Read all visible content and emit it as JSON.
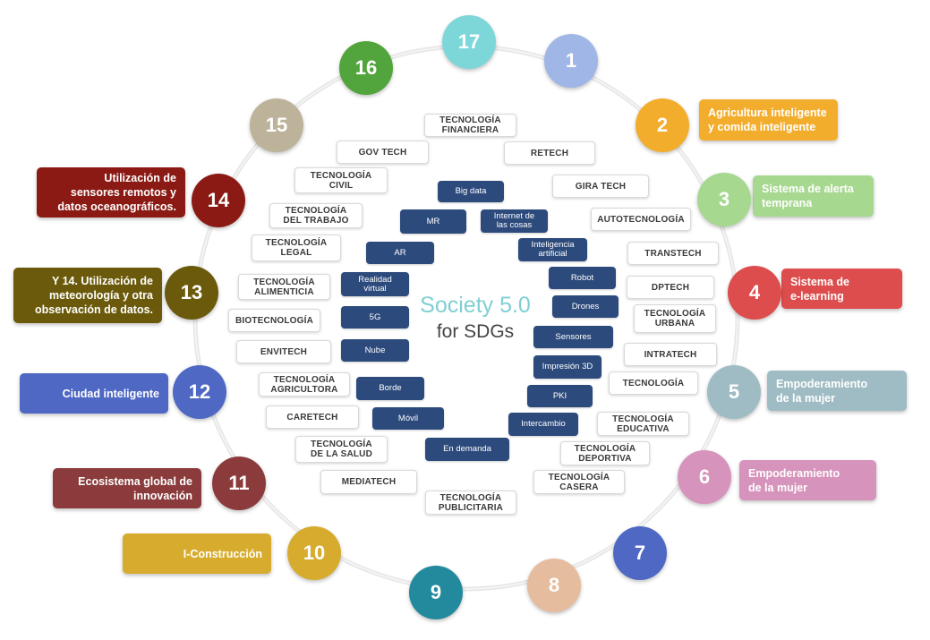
{
  "center": {
    "title": "Society 5.0",
    "subtitle": "for SDGs"
  },
  "colors": {
    "ring": "#e6e6e6",
    "core_box": "#2c4a7c",
    "center_title": "#7fcfd3"
  },
  "goals": [
    {
      "label": "1",
      "color": "#9fb6e6"
    },
    {
      "label": "2",
      "color": "#f3ad2c"
    },
    {
      "label": "3",
      "color": "#a6d88f"
    },
    {
      "label": "4",
      "color": "#dd4d4d"
    },
    {
      "label": "5",
      "color": "#9fbcc4"
    },
    {
      "label": "6",
      "color": "#d693bb"
    },
    {
      "label": "7",
      "color": "#4e68c4"
    },
    {
      "label": "8",
      "color": "#e6bc9e"
    },
    {
      "label": "9",
      "color": "#238a9e"
    },
    {
      "label": "10",
      "color": "#d7ac2e"
    },
    {
      "label": "11",
      "color": "#8b3b3b"
    },
    {
      "label": "12",
      "color": "#4e68c4"
    },
    {
      "label": "13",
      "color": "#6b5a0b"
    },
    {
      "label": "14",
      "color": "#8b1a14"
    },
    {
      "label": "15",
      "color": "#bdb39a"
    },
    {
      "label": "16",
      "color": "#52a53c"
    },
    {
      "label": "17",
      "color": "#7dd7d9"
    }
  ],
  "callouts": [
    {
      "goal": "2",
      "text": "Agricultura inteligente\ny comida inteligente",
      "color": "#f3ad2c"
    },
    {
      "goal": "3",
      "text": "Sistema de alerta\ntemprana",
      "color": "#a6d88f"
    },
    {
      "goal": "4",
      "text": "Sistema de\ne-learning",
      "color": "#dd4d4d"
    },
    {
      "goal": "5",
      "text": "Empoderamiento\nde la mujer",
      "color": "#9fbcc4"
    },
    {
      "goal": "6",
      "text": "Empoderamiento\nde la mujer",
      "color": "#d693bb"
    },
    {
      "goal": "10",
      "text": "I-Construcción",
      "color": "#d7ac2e"
    },
    {
      "goal": "11",
      "text": "Ecosistema global de\ninnovación",
      "color": "#8b3b3b"
    },
    {
      "goal": "12",
      "text": "Ciudad inteligente",
      "color": "#4e68c4"
    },
    {
      "goal": "13",
      "text": "Y 14. Utilización de\nmeteorología y otra\nobservación de datos.",
      "color": "#6b5a0b"
    },
    {
      "goal": "14",
      "text": "Utilización de\nsensores remotos y\ndatos oceanográficos.",
      "color": "#8b1a14"
    }
  ],
  "techs": [
    "TECNOLOGÍA\nFINANCIERA",
    "RETECH",
    "GIRA TECH",
    "AUTOTECNOLOGÍA",
    "TRANSTECH",
    "DPTECH",
    "TECNOLOGÍA\nURBANA",
    "INTRATECH",
    "TECNOLOGÍA",
    "TECNOLOGÍA\nEDUCATIVA",
    "TECNOLOGÍA\nDEPORTIVA",
    "TECNOLOGÍA\nCASERA",
    "TECNOLOGÍA\nPUBLICITARIA",
    "MEDIATECH",
    "TECNOLOGÍA\nDE LA SALUD",
    "CARETECH",
    "TECNOLOGÍA\nAGRICULTORA",
    "ENVITECH",
    "BIOTECNOLOGÍA",
    "TECNOLOGÍA\nALIMENTICIA",
    "TECNOLOGÍA\nLEGAL",
    "TECNOLOGÍA\nDEL TRABAJO",
    "TECNOLOGÍA\nCIVIL",
    "GOV TECH"
  ],
  "core": [
    "Big data",
    "Internet de\nlas cosas",
    "Inteligencia\nartificial",
    "Robot",
    "Drones",
    "Sensores",
    "Impresión 3D",
    "PKI",
    "Intercambio",
    "En demanda",
    "Móvil",
    "Borde",
    "Nube",
    "5G",
    "Realidad\nvirtual",
    "AR",
    "MR"
  ]
}
